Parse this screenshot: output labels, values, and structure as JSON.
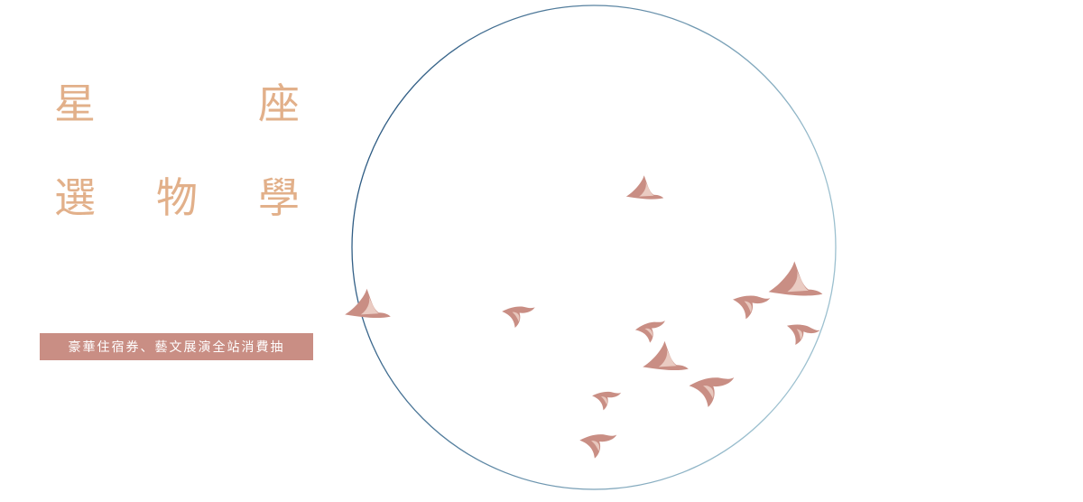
{
  "title": {
    "line1": [
      "星",
      "座"
    ],
    "line2": [
      "選",
      "物",
      "學"
    ]
  },
  "banner": {
    "text": "豪華住宿券、藝文展演全站消費抽"
  },
  "colors": {
    "title": "#e2b08a",
    "banner_bg": "#c98e84",
    "bird_main": "#c98e84",
    "bird_light": "#f0d6cc",
    "circle_stroke_start": "#1f4e79",
    "circle_stroke_end": "#9cc0cf"
  },
  "icons": {
    "birds": "flying-bird-icon",
    "circle": "moon-circle-outline"
  }
}
